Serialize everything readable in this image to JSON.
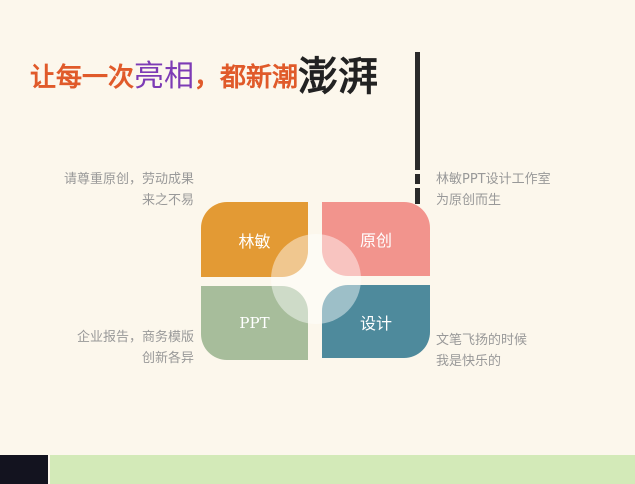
{
  "title": {
    "part1": "让每一次",
    "part2": "亮相",
    "part3": "，都新潮",
    "part4": "澎湃"
  },
  "left_top": {
    "line1": "请尊重原创，劳动成果",
    "line2": "来之不易"
  },
  "left_bottom": {
    "line1": "企业报告，商务模版",
    "line2": "创新各异"
  },
  "right_top": {
    "line1": "林敏PPT设计工作室",
    "line2": "为原创而生"
  },
  "right_bottom": {
    "line1": "文笔飞扬的时候",
    "line2": "我是快乐的"
  },
  "tiles": [
    {
      "label": "林敏",
      "color": "#e39a34"
    },
    {
      "label": "原创",
      "color": "#f2948d"
    },
    {
      "label": "PPT",
      "color": "#a7bd9b"
    },
    {
      "label": "设计",
      "color": "#4e8a9c"
    }
  ]
}
